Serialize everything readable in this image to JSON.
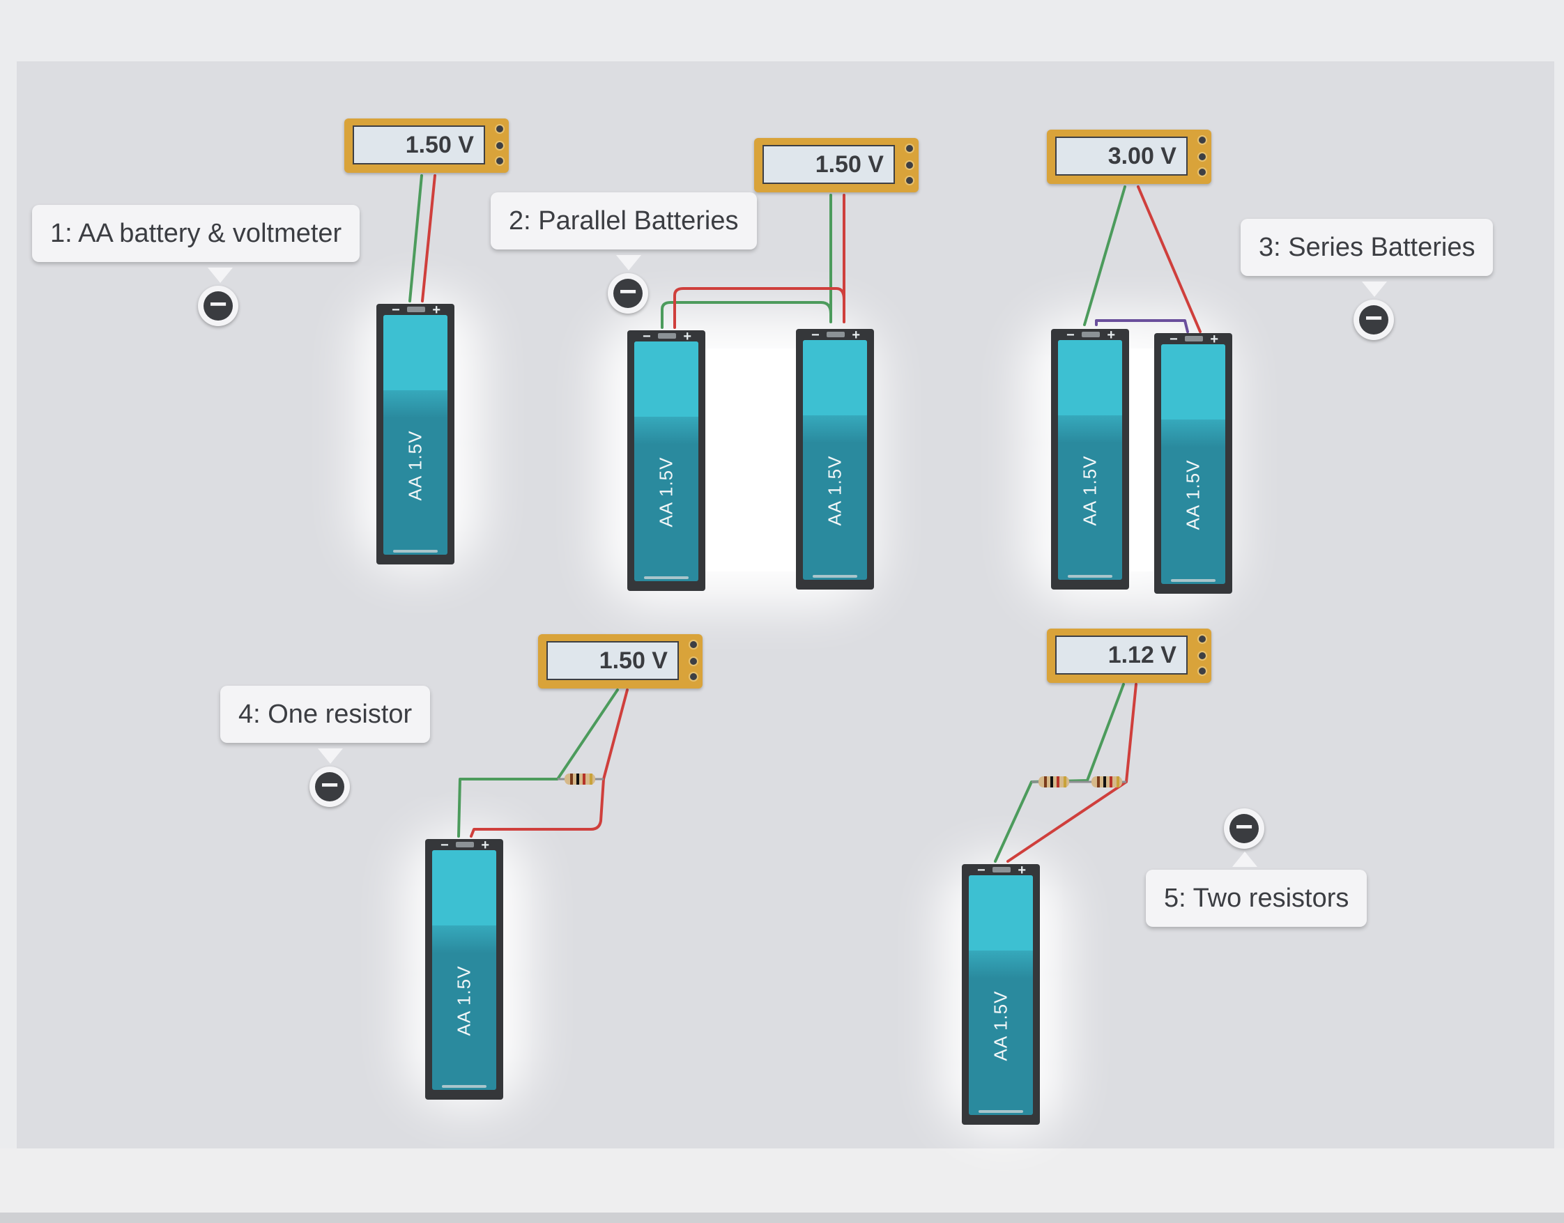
{
  "colors": {
    "wire_positive": "#cf3f3c",
    "wire_negative": "#4c9b5c",
    "wire_link": "#6a4f9c",
    "meter_body": "#d9a33a",
    "battery_fill": "#2a8a9e"
  },
  "collapse_icon": "minus-circle-icon",
  "sections": [
    {
      "label": "1: AA battery & voltmeter"
    },
    {
      "label": "2: Parallel Batteries"
    },
    {
      "label": "3: Series Batteries"
    },
    {
      "label": "4: One resistor"
    },
    {
      "label": "5: Two resistors"
    }
  ],
  "voltmeters": [
    {
      "reading": "1.50 V"
    },
    {
      "reading": "1.50 V"
    },
    {
      "reading": "3.00 V"
    },
    {
      "reading": "1.50 V"
    },
    {
      "reading": "1.12 V"
    }
  ],
  "battery": {
    "label": "AA 1.5V",
    "minus": "−",
    "plus": "+"
  }
}
